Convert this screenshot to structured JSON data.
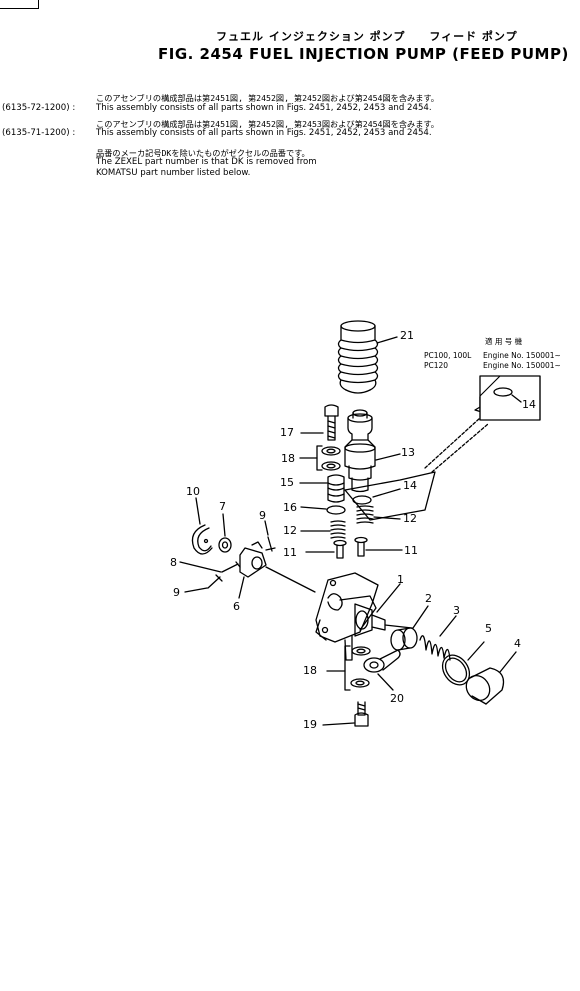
{
  "header": {
    "title_jp": "フュエル インジェクション ポンプ　　フィード ポンプ",
    "title": "FIG. 2454  FUEL  INJECTION  PUMP  (FEED  PUMP)"
  },
  "notes": [
    {
      "code": "",
      "jp": "このアセンブリの構成部品は第2451図, 第2452図, 第2452図および第2454図を含みます。",
      "en": ""
    },
    {
      "code": "(6135-72-1200) :",
      "jp": "",
      "en": "This assembly consists of all parts shown in Figs. 2451, 2452, 2453 and 2454."
    },
    {
      "code": "",
      "jp": "このアセンブリの構成部品は第2451図, 第2452図, 第2453図および第2454図を含みます。",
      "en": ""
    },
    {
      "code": "(6135-71-1200) :",
      "jp": "",
      "en": "This assembly consists of all parts shown in Figs. 2451, 2452, 2453 and 2454."
    },
    {
      "code": "",
      "jp": "品番のメーカ記号DKを除いたものがゼクセルの品番です。",
      "en": ""
    },
    {
      "code": "",
      "jp": "",
      "en": "The ZEXEL part number is that DK is removed from"
    },
    {
      "code": "",
      "jp": "",
      "en": "KOMATSU part number listed below."
    }
  ],
  "applicability": {
    "heading": "適 用 号 機",
    "rows": [
      {
        "model": "PC100, 100L",
        "engine": "Engine  No.  150001~"
      },
      {
        "model": "PC120",
        "engine": "Engine  No.  150001~"
      }
    ]
  },
  "callouts": [
    "1",
    "2",
    "3",
    "4",
    "5",
    "6",
    "7",
    "8",
    "9",
    "9",
    "10",
    "11",
    "11",
    "12",
    "12",
    "13",
    "14",
    "14",
    "15",
    "16",
    "17",
    "18",
    "18",
    "19",
    "20",
    "21"
  ]
}
